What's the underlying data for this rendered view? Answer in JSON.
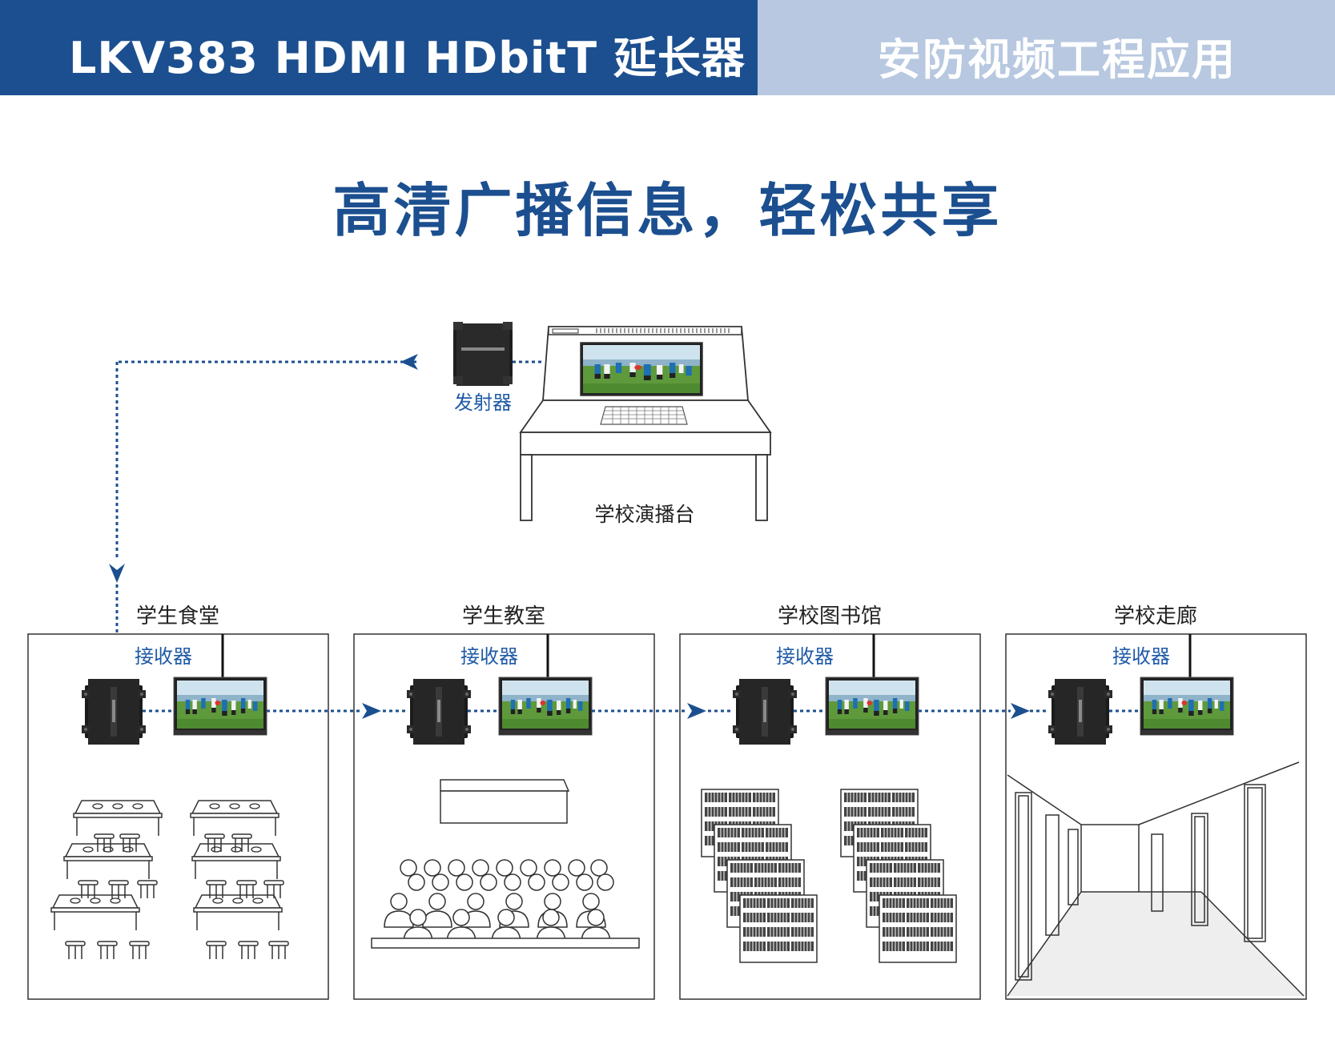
{
  "header": {
    "product_title": "LKV383 HDMI HDbitT 延长器",
    "section_title": "安防视频工程应用"
  },
  "main_title": "高清广播信息，轻松共享",
  "colors": {
    "brand_dark": "#1c4f8f",
    "brand_light": "#b7c8e0",
    "device_label": "#1f5aa6",
    "dotted_line": "#1c4f8f"
  },
  "source": {
    "transmitter_label": "发射器",
    "console_label": "学校演播台"
  },
  "rooms": [
    {
      "name": "学生食堂",
      "receiver_label": "接收器",
      "scene": "canteen"
    },
    {
      "name": "学生教室",
      "receiver_label": "接收器",
      "scene": "classroom"
    },
    {
      "name": "学校图书馆",
      "receiver_label": "接收器",
      "scene": "library"
    },
    {
      "name": "学校走廊",
      "receiver_label": "接收器",
      "scene": "corridor"
    }
  ]
}
